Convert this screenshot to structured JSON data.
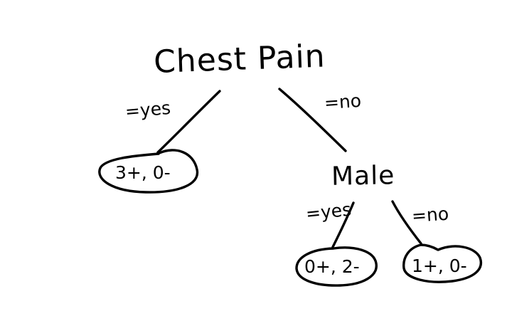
{
  "diagram": {
    "root": {
      "label": "Chest Pain"
    },
    "edges": {
      "root_yes": "=yes",
      "root_no": "=no",
      "male_yes": "=yes",
      "male_no": "=no"
    },
    "internal_node": {
      "label": "Male"
    },
    "leaves": {
      "chest_yes": "3+, 0-",
      "male_yes": "0+, 2-",
      "male_no": "1+, 0-"
    }
  }
}
